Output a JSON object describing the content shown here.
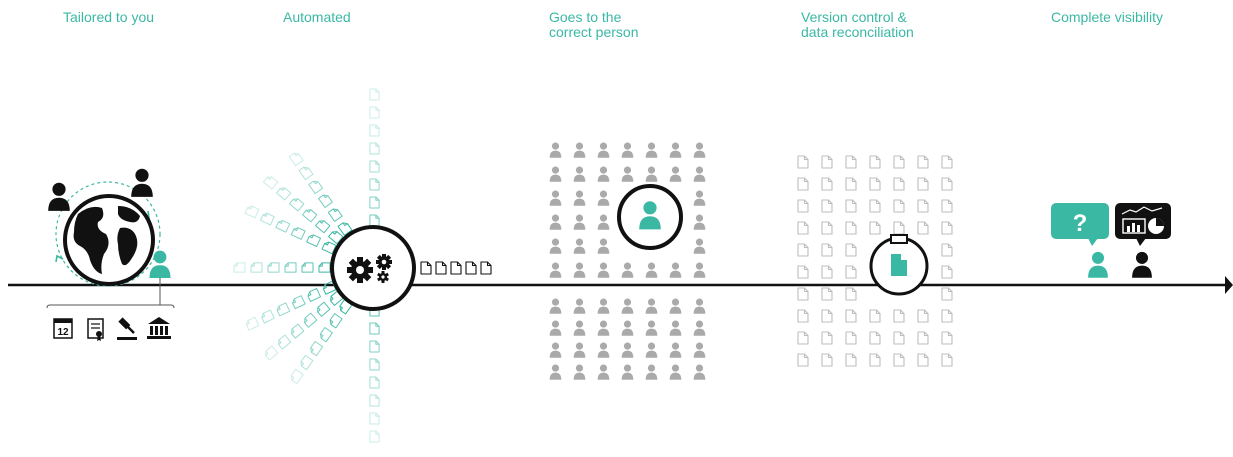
{
  "colors": {
    "accent": "#3bb8a4",
    "dark": "#111111",
    "grey": "#aaaaaa",
    "light_grey": "#bdbdbd"
  },
  "stages": [
    {
      "line1": "Tailored to you",
      "line2": ""
    },
    {
      "line1": "Automated",
      "line2": ""
    },
    {
      "line1": "Goes to the",
      "line2": "correct person"
    },
    {
      "line1": "Version control &",
      "line2": "data reconciliation"
    },
    {
      "line1": "Complete visibility",
      "line2": ""
    }
  ],
  "icons": {
    "calendar_day": "12",
    "question_mark": "?"
  }
}
